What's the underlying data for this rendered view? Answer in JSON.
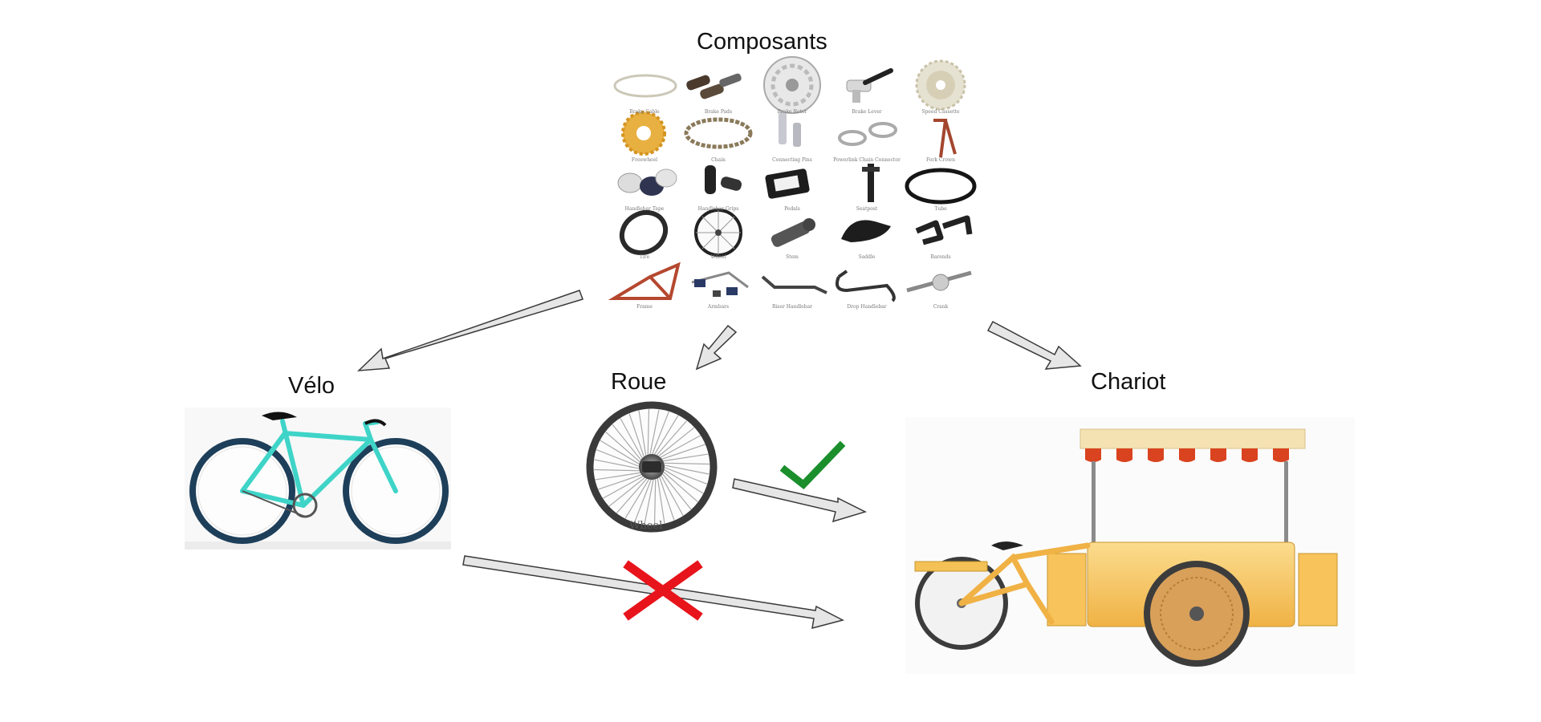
{
  "labels": {
    "components": "Composants",
    "bicycle": "Vélo",
    "wheel": "Roue",
    "cart": "Chariot",
    "wheel_caption": "Wheel"
  },
  "components_grid": [
    [
      "Brake Cable",
      "Brake Pads",
      "Brake Rotor",
      "Brake Lever",
      "Speed Cassette"
    ],
    [
      "Freewheel",
      "Chain",
      "Connecting Pins",
      "Powerlink Chain Connector",
      "Fork Crown"
    ],
    [
      "Handlebar Tape",
      "Handlebar Grips",
      "Pedals",
      "Seatpost",
      "Tube"
    ],
    [
      "Tire",
      "Wheel",
      "Stem",
      "Saddle",
      "Barends"
    ],
    [
      "Frame",
      "Armbars",
      "Riser Handlebar",
      "Drop Handlebar",
      "Crank"
    ]
  ],
  "colors": {
    "bike_frame": "#3fd4c8",
    "bike_tire": "#1e3f5a",
    "check": "#1a8f2c",
    "cross": "#e8141c",
    "cart_body": "#f7c35a",
    "awning_stripe": "#d9431f",
    "arrow_fill": "#e6e6e6"
  },
  "relations": [
    {
      "from": "Composants",
      "to": "Vélo"
    },
    {
      "from": "Composants",
      "to": "Roue"
    },
    {
      "from": "Composants",
      "to": "Chariot"
    },
    {
      "from": "Roue",
      "to": "Chariot",
      "status": "check-icon"
    },
    {
      "from": "Vélo",
      "to": "Chariot",
      "status": "cross-icon"
    }
  ]
}
